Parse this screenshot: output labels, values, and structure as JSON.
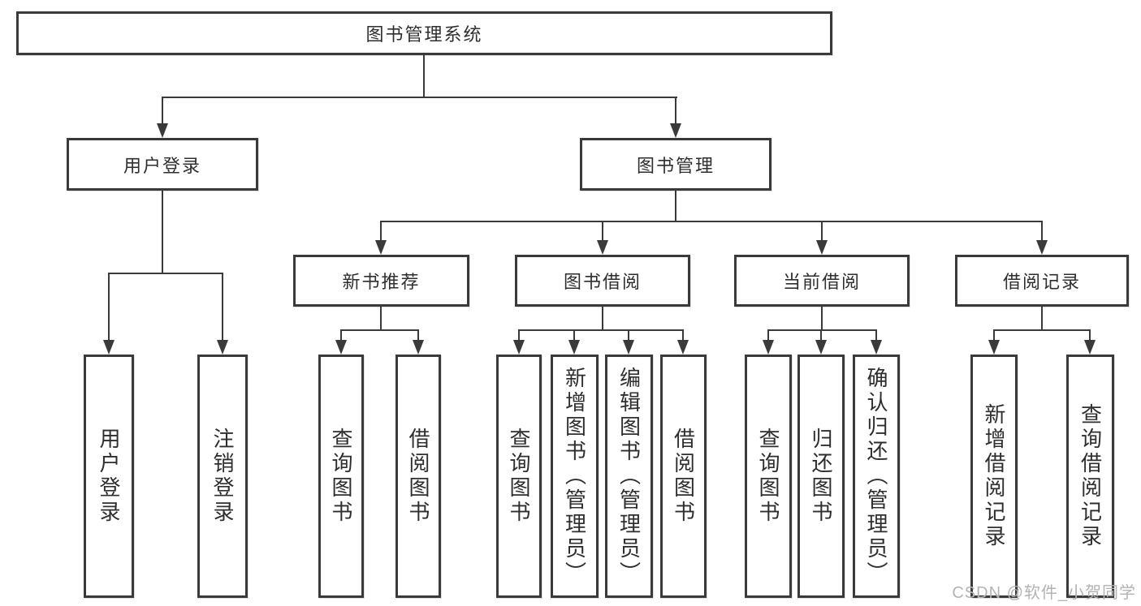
{
  "colors": {
    "line": "#3a3a3a",
    "text": "#2e2e2e",
    "watermark": "#b3b3b3"
  },
  "watermark": "CSDN @软件_小贺同学",
  "nodes": {
    "root": "图书管理系统",
    "level1": [
      "用户登录",
      "图书管理"
    ],
    "level2": [
      "新书推荐",
      "图书借阅",
      "当前借阅",
      "借阅记录"
    ],
    "leaves_user": [
      "用户登录",
      "注销登录"
    ],
    "leaves_newbook": [
      "查询图书",
      "借阅图书"
    ],
    "leaves_borrow": [
      "查询图书",
      "新增图书（管理员）",
      "编辑图书（管理员）",
      "借阅图书"
    ],
    "leaves_current": [
      "查询图书",
      "归还图书",
      "确认归还（管理员）"
    ],
    "leaves_records": [
      "新增借阅记录",
      "查询借阅记录"
    ]
  }
}
